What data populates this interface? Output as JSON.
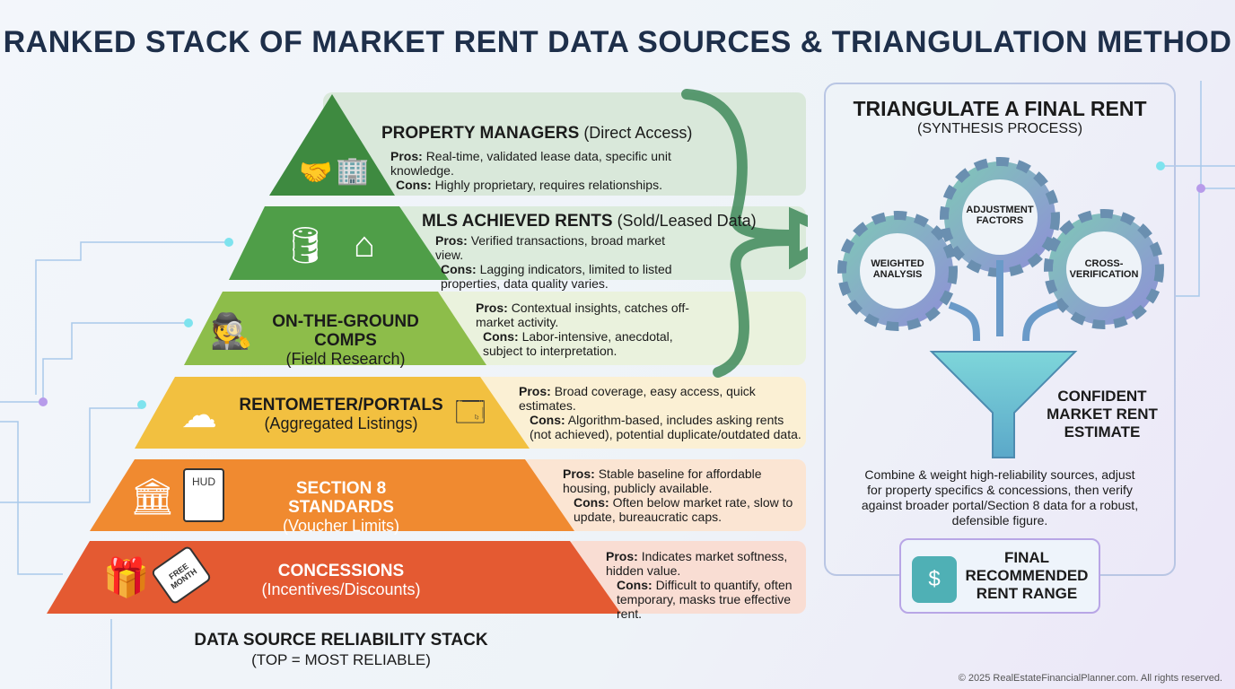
{
  "title": "RANKED STACK OF MARKET RENT DATA SOURCES & TRIANGULATION METHOD",
  "tiers": [
    {
      "name": "PROPERTY MANAGERS",
      "sub": "(Direct Access)",
      "pros": "Real-time, validated lease data, specific unit knowledge.",
      "cons": "Highly proprietary, requires relationships.",
      "icons": [
        "handshake-icon",
        "building-icon"
      ],
      "color": "#3e8a40"
    },
    {
      "name": "MLS ACHIEVED RENTS",
      "sub": "(Sold/Leased Data)",
      "pros": "Verified transactions, broad market view.",
      "cons": "Lagging indicators, limited to listed properties, data quality varies.",
      "icons": [
        "database-check-icon",
        "house-icon"
      ],
      "color": "#4f9e48"
    },
    {
      "name": "ON-THE-GROUND COMPS",
      "sub": "(Field Research)",
      "pros": "Contextual insights, catches off-market activity.",
      "cons": "Labor-intensive, anecdotal, subject to interpretation.",
      "icons": [
        "person-magnifier-icon"
      ],
      "color": "#8dbd4a"
    },
    {
      "name": "RENTOMETER/PORTALS",
      "sub": "(Aggregated Listings)",
      "pros": "Broad coverage, easy access, quick estimates.",
      "cons": "Algorithm-based, includes asking rents (not achieved), potential duplicate/outdated data.",
      "icons": [
        "cloud-upload-icon",
        "browser-window-icon"
      ],
      "color": "#f2c040"
    },
    {
      "name": "SECTION 8 STANDARDS",
      "sub": "(Voucher Limits)",
      "pros": "Stable baseline for affordable housing, publicly available.",
      "cons": "Often below market rate, slow to update, bureaucratic caps.",
      "icons": [
        "government-building-icon",
        "hud-certificate-icon"
      ],
      "color": "#f08a30"
    },
    {
      "name": "CONCESSIONS",
      "sub": "(Incentives/Discounts)",
      "pros": "Indicates market softness, hidden value.",
      "cons": "Difficult to quantify, often temporary, masks true effective rent.",
      "icons": [
        "gift-percent-icon",
        "free-month-tag-icon"
      ],
      "color": "#e45a32"
    }
  ],
  "labels": {
    "pros": "Pros:",
    "cons": "Cons:",
    "hud": "HUD",
    "free": "FREE MONTH"
  },
  "stack_caption": {
    "title": "DATA SOURCE RELIABILITY STACK",
    "sub": "(TOP = MOST RELIABLE)"
  },
  "panel": {
    "title": "TRIANGULATE A FINAL RENT",
    "sub": "(SYNTHESIS PROCESS)",
    "gears": [
      "WEIGHTED ANALYSIS",
      "ADJUSTMENT FACTORS",
      "CROSS-VERIFICATION"
    ],
    "result": "CONFIDENT MARKET RENT ESTIMATE",
    "description": "Combine & weight high-reliability sources, adjust for property specifics & concessions, then verify against broader portal/Section 8 data for a robust, defensible figure.",
    "final": "FINAL RECOMMENDED RENT RANGE",
    "dollar": "$"
  },
  "footer": "© 2025 RealEstateFinancialPlanner.com. All rights reserved."
}
